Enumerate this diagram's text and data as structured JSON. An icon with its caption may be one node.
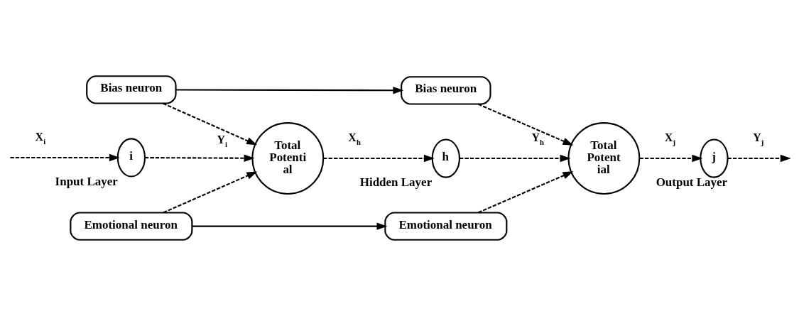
{
  "diagram": {
    "nodes": [
      {
        "text": [
          "Bias neuron"
        ]
      },
      {
        "text": [
          "Bias neuron"
        ]
      },
      {
        "text": [
          "i"
        ],
        "beside": [
          "Input Layer"
        ]
      },
      {
        "text": [
          "Total Potenti al"
        ]
      },
      {
        "text": [
          "h"
        ],
        "beside": [
          "Hidden Layer"
        ]
      },
      {
        "text": [
          "Total Potent ial"
        ]
      },
      {
        "text": [
          "j"
        ],
        "beside": [
          "Output Layer"
        ]
      },
      {
        "text": [
          "Emotional neuron"
        ]
      },
      {
        "text": [
          "Emotional neuron"
        ]
      }
    ],
    "edges": [
      {
        "from": null,
        "to": 2,
        "arrow": "to",
        "label": "X$_{i}$",
        "style": "dashed"
      },
      {
        "from": 2,
        "to": 3,
        "arrow": "to",
        "label": "Y$_{i}$",
        "style": "dashed"
      },
      {
        "from": 3,
        "to": 4,
        "arrow": "to",
        "label": "X$_{h}$",
        "style": "dashed"
      },
      {
        "from": 4,
        "to": 5,
        "arrow": "to",
        "label": "Y$_{h}$",
        "style": "dashed"
      },
      {
        "from": 5,
        "to": 6,
        "arrow": "to",
        "label": "X$_{j}$",
        "style": "dashed"
      },
      {
        "from": 6,
        "to": null,
        "arrow": "to",
        "label": "Y$_{j}$",
        "style": "dashed"
      },
      {
        "from": 0,
        "to": 1,
        "arrow": "to"
      },
      {
        "from": 0,
        "to": 3,
        "arrow": "to",
        "style": "dashed"
      },
      {
        "from": 7,
        "to": 3,
        "arrow": "to",
        "style": "dashed"
      },
      {
        "from": 7,
        "to": 8,
        "arrow": "to"
      },
      {
        "from": 1,
        "to": 5,
        "arrow": "to",
        "style": "dashed"
      },
      {
        "from": 8,
        "to": 5,
        "arrow": "to",
        "style": "dashed"
      }
    ]
  }
}
